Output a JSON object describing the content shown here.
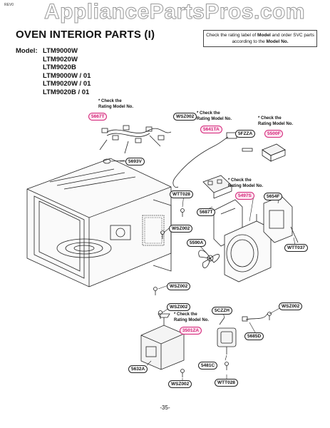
{
  "corner_mark": "REV0",
  "watermark": "AppliancePartsPros.com",
  "title": "OVEN INTERIOR PARTS (I)",
  "note": {
    "text_1": "Check the rating label of ",
    "bold_1": "Model",
    "text_2": " and order SVC parts according to the ",
    "bold_2": "Model No.",
    "text_3": ""
  },
  "models": {
    "label": "Model:",
    "list": [
      "LTM9000W",
      "LTM9020W",
      "LTM9020B",
      "LTM9000W / 01",
      "LTM9020W / 01",
      "LTM9020B / 01"
    ]
  },
  "check_note": {
    "line1": "* Check the",
    "line2": "Rating Model No."
  },
  "parts": {
    "p1": "5667T",
    "p2": "WSZ002",
    "p3": "5641TA",
    "p4": "5FZZA",
    "p5": "5500F",
    "p6": "5693V",
    "p7": "WTT028",
    "p8": "5497S",
    "p9": "5654F",
    "p10": "5687T",
    "p11": "WSZ002",
    "p12": "5590A",
    "p13": "WTT037",
    "p14": "WSZ002",
    "p15": "WSZ002",
    "p16": "5CZZH",
    "p17": "WSZ002",
    "p18": "3501ZA",
    "p19": "5685D",
    "p20": "5632A",
    "p21": "5481C",
    "p22": "WSZ002",
    "p23": "WTT028"
  },
  "page_number": "-35-"
}
